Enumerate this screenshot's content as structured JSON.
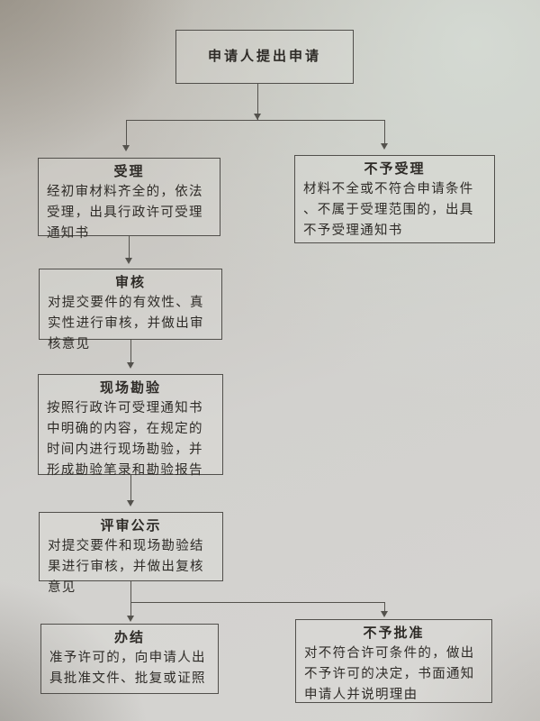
{
  "colors": {
    "ink": "#2e2b27",
    "line": "#54524d",
    "box-border": "#514f4b",
    "paper": "#cfcdc9"
  },
  "nodes": {
    "start": {
      "title": "申请人提出申请"
    },
    "accept": {
      "title": "受理",
      "body": "经初审材料齐全的，依法受理，出具行政许可受理通知书"
    },
    "not_accept": {
      "title": "不予受理",
      "body": "材料不全或不符合申请条件 、不属于受理范围的，出具不予受理通知书"
    },
    "review": {
      "title": "审核",
      "body": "对提交要件的有效性、真实性进行审核，并做出审核意见"
    },
    "site_inspection": {
      "title": "现场勘验",
      "body": "按照行政许可受理通知书中明确的内容，在规定的时间内进行现场勘验，并形成勘验笔录和勘验报告"
    },
    "review_publicity": {
      "title": "评审公示",
      "body": "对提交要件和现场勘验结果进行审核，并做出复核意见"
    },
    "complete": {
      "title": "办结",
      "body": "准予许可的，向申请人出具批准文件、批复或证照"
    },
    "not_approve": {
      "title": "不予批准",
      "body": "对不符合许可条件的，做出不予许可的决定，书面通知申请人并说明理由"
    }
  }
}
